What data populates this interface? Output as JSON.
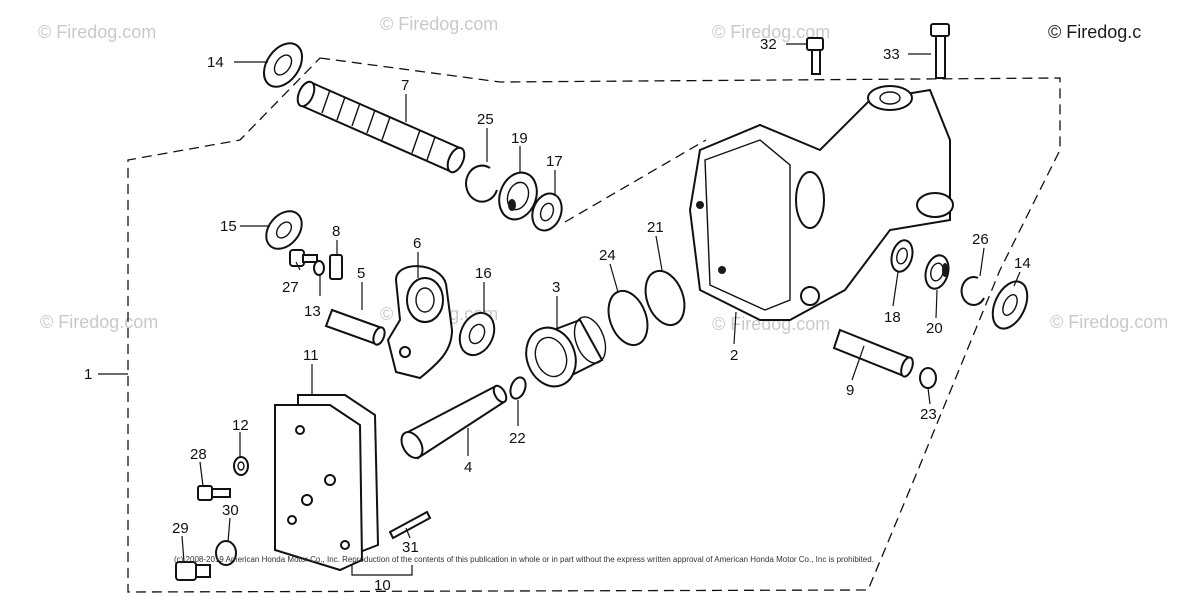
{
  "watermarks": {
    "brand": "© Firedog.com",
    "corner": "© Firedog.c"
  },
  "copyright": "(c) 2008-2019 American Honda Motor Co., Inc. Reproduction of the contents of this publication in whole or in part without the express written approval of American Honda Motor Co., Inc is prohibited.",
  "callouts": {
    "c1": "1",
    "c2": "2",
    "c3": "3",
    "c4": "4",
    "c5": "5",
    "c6": "6",
    "c7": "7",
    "c8": "8",
    "c9": "9",
    "c10": "10",
    "c11": "11",
    "c12": "12",
    "c13": "13",
    "c14a": "14",
    "c14b": "14",
    "c15": "15",
    "c16": "16",
    "c17": "17",
    "c18": "18",
    "c19": "19",
    "c20": "20",
    "c21": "21",
    "c22": "22",
    "c23": "23",
    "c24": "24",
    "c25": "25",
    "c26": "26",
    "c27": "27",
    "c28": "28",
    "c29": "29",
    "c30": "30",
    "c31": "31",
    "c32": "32",
    "c33": "33"
  }
}
